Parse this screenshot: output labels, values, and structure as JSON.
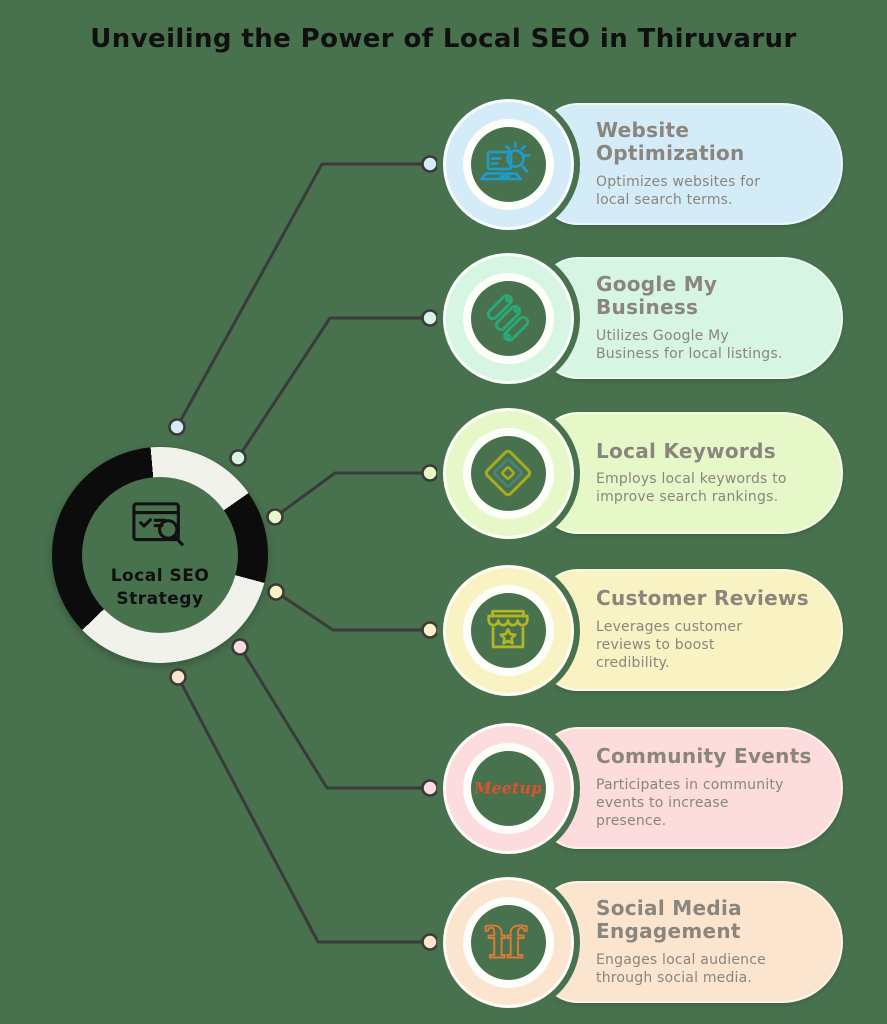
{
  "title": "Unveiling the Power of Local SEO in Thiruvarur",
  "hub": {
    "label": "Local SEO\nStrategy",
    "icon": "browser-search-icon"
  },
  "colors": {
    "background": "#48714e",
    "connector": "#3a3a3a",
    "node_stroke": "#3a3a3a",
    "title_text": "#101010",
    "hub_text": "#101010",
    "card_text": "#8a857d",
    "hub_ring_black": "#0c0c0c",
    "hub_ring_white": "#f2f2ec"
  },
  "cards": [
    {
      "id": "website-optimization",
      "title": "Website\nOptimization",
      "description": "Optimizes websites for\nlocal search terms.",
      "bg": "#d3ecf8",
      "icon": "laptop-search-icon",
      "icon_color": "#1e9cc5"
    },
    {
      "id": "google-my-business",
      "title": "Google My Business",
      "description": "Utilizes Google My\nBusiness for local listings.",
      "bg": "#d6f5e2",
      "icon": "tune-bars-icon",
      "icon_color": "#2aa878"
    },
    {
      "id": "local-keywords",
      "title": "Local Keywords",
      "description": "Employs local keywords to\nimprove search rankings.",
      "bg": "#e7f8c8",
      "icon": "nested-diamonds-icon",
      "icon_color": "#a5aa21",
      "icon_color2": "#4a8573"
    },
    {
      "id": "customer-reviews",
      "title": "Customer Reviews",
      "description": "Leverages customer\nreviews to boost\ncredibility.",
      "bg": "#f9f3c4",
      "icon": "storefront-star-icon",
      "icon_color": "#b3b525"
    },
    {
      "id": "community-events",
      "title": "Community Events",
      "description": "Participates in community\nevents to increase\npresence.",
      "bg": "#fcdcdc",
      "icon": "meetup-logo",
      "icon_color": "#e0512e",
      "icon_text": "Meetup"
    },
    {
      "id": "social-media-engagement",
      "title": "Social Media\nEngagement",
      "description": "Engages local audience\nthrough social media.",
      "bg": "#fbe5cf",
      "icon": "double-f-icon",
      "icon_color": "#db7b36"
    }
  ]
}
